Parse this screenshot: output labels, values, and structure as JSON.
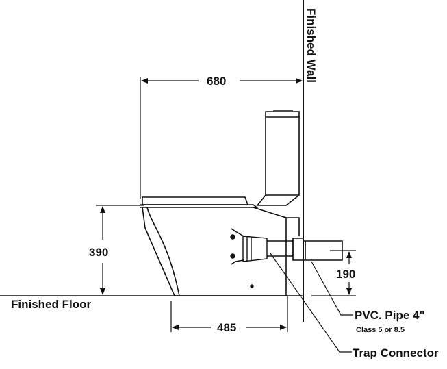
{
  "labels": {
    "finished_wall": "Finished Wall",
    "finished_floor": "Finished Floor",
    "pvc_pipe": "PVC. Pipe 4\"",
    "pvc_class": "Class 5 or 8.5",
    "trap_connector": "Trap Connector"
  },
  "dimensions": {
    "depth": "680",
    "seat_height": "390",
    "outlet_height": "190",
    "floor_to_wall": "485"
  }
}
